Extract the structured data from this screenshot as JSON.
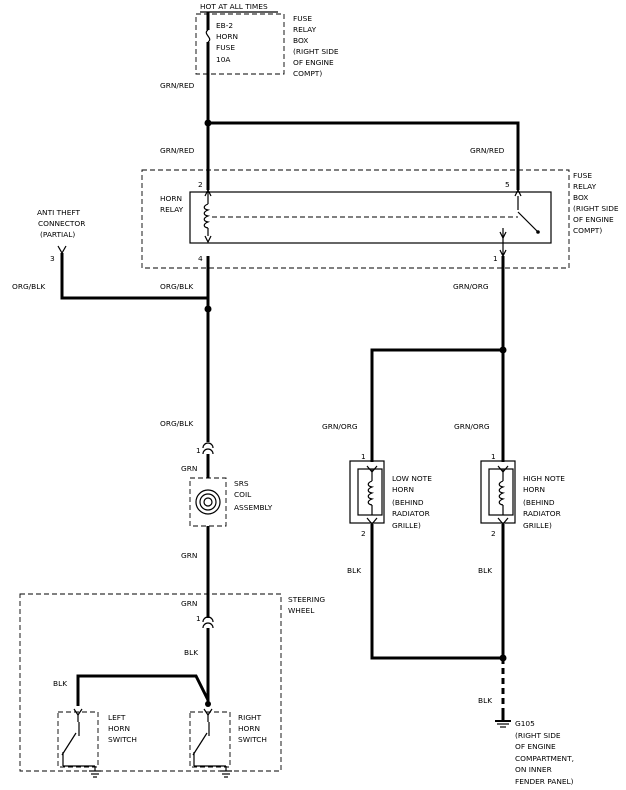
{
  "labels": {
    "hot": "HOT AT ALL TIMES",
    "fuse_name": [
      "EB-2",
      "HORN",
      "FUSE",
      "10A"
    ],
    "fuse_box": [
      "FUSE",
      "RELAY",
      "BOX",
      "(RIGHT SIDE",
      "OF ENGINE",
      "COMPT)"
    ],
    "relay_box": [
      "FUSE",
      "RELAY",
      "BOX",
      "(RIGHT SIDE",
      "OF ENGINE",
      "COMPT)"
    ],
    "horn_relay": [
      "HORN",
      "RELAY"
    ],
    "anti_theft": [
      "ANTI THEFT",
      "CONNECTOR",
      "(PARTIAL)"
    ],
    "srs": [
      "SRS",
      "COIL",
      "ASSEMBLY"
    ],
    "low_horn": [
      "LOW NOTE",
      "HORN",
      "(BEHIND",
      "RADIATOR",
      "GRILLE)"
    ],
    "high_horn": [
      "HIGH NOTE",
      "HORN",
      "(BEHIND",
      "RADIATOR",
      "GRILLE)"
    ],
    "steering": [
      "STEERING",
      "WHEEL"
    ],
    "left_switch": [
      "LEFT",
      "HORN",
      "SWITCH"
    ],
    "right_switch": [
      "RIGHT",
      "HORN",
      "SWITCH"
    ],
    "ground": [
      "G105",
      "(RIGHT SIDE",
      "OF ENGINE",
      "COMPARTMENT,",
      "ON INNER",
      "FENDER PANEL)"
    ]
  },
  "wires": {
    "w1": "GRN/RED",
    "w2": "GRN/RED",
    "w3": "GRN/RED",
    "w4": "ORG/BLK",
    "w5": "ORG/BLK",
    "w6": "GRN/ORG",
    "w7": "ORG/BLK",
    "w8": "GRN",
    "w9": "GRN/ORG",
    "w10": "GRN/ORG",
    "w11": "GRN",
    "w12": "BLK",
    "w13": "BLK",
    "w14": "GRN",
    "w15": "BLK",
    "w16": "BLK",
    "w17": "BLK"
  },
  "pins": {
    "p2": "2",
    "p5": "5",
    "p4": "4",
    "p1": "1",
    "p3": "3",
    "p1b": "1",
    "p1c": "1",
    "p1d": "1",
    "p2c": "2",
    "p2d": "2",
    "p1e": "1"
  }
}
